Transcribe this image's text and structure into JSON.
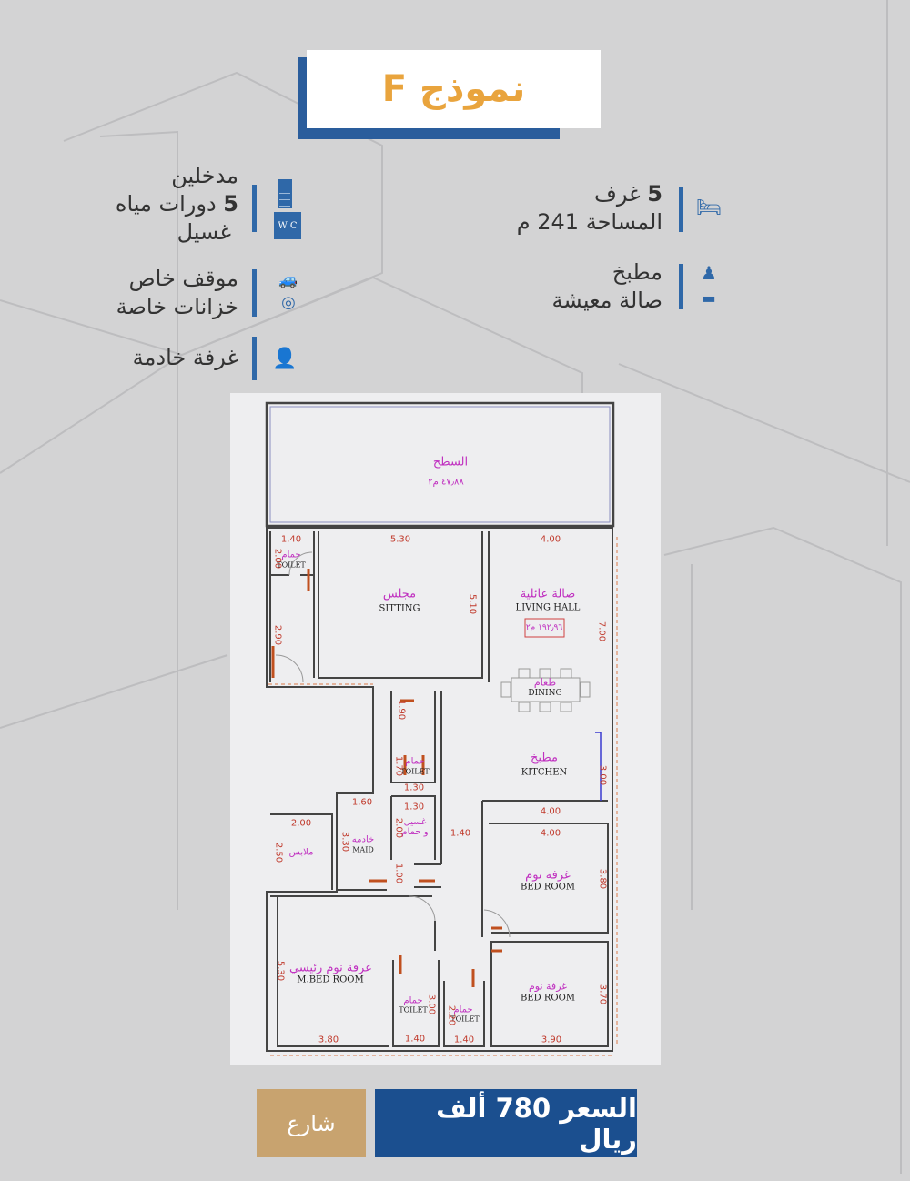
{
  "title": "نموذج F",
  "features_right": [
    {
      "icon": "bed-icon",
      "lines": [
        {
          "bold": "5",
          "text": " غرف"
        },
        {
          "bold": "",
          "text": "المساحة 241 م"
        }
      ]
    },
    {
      "icon": "apron-icon",
      "icon2": "sofa-icon",
      "lines": [
        {
          "bold": "",
          "text": "مطبخ"
        },
        {
          "bold": "",
          "text": "صالة معيشة"
        }
      ]
    }
  ],
  "features_left": [
    {
      "icon": "door-icon",
      "icon2": "wc-icon",
      "icon2_text": "W C",
      "lines": [
        {
          "bold": "",
          "text": "مدخلين"
        },
        {
          "bold": "5",
          "text": " دورات مياه"
        },
        {
          "bold": "",
          "text": "غسيل"
        }
      ]
    },
    {
      "icon": "car-icon",
      "icon2": "water-tank-icon",
      "lines": [
        {
          "bold": "",
          "text": "موقف خاص"
        },
        {
          "bold": "",
          "text": "خزانات خاصة"
        }
      ]
    },
    {
      "icon": "person-icon",
      "lines": [
        {
          "bold": "",
          "text": "غرفة خادمة"
        }
      ]
    }
  ],
  "plan": {
    "roof": {
      "ar": "السطح",
      "area": "٤٧٫٨٨ م٢"
    },
    "sitting": {
      "ar": "مجلس",
      "en": "SITTING"
    },
    "living": {
      "ar": "صالة عائلية",
      "en": "LIVING  HALL",
      "area": "١٩٢٫٩٦ م٢"
    },
    "dining": {
      "ar": "طعام",
      "en": "DINING"
    },
    "kitchen": {
      "ar": "مطبخ",
      "en": "KITCHEN"
    },
    "toilet1": {
      "ar": "حمام",
      "en": "TOILET"
    },
    "toilet2": {
      "ar": "حمام",
      "en": "TOILET"
    },
    "laundry": {
      "ar": "غسيل و حمام"
    },
    "maid": {
      "ar": "خادمه",
      "en": "MAID"
    },
    "dress": {
      "ar": "ملابس"
    },
    "bed1": {
      "ar": "غرفة نوم",
      "en": "BED  ROOM"
    },
    "bed2": {
      "ar": "غرفة نوم",
      "en": "BED  ROOM"
    },
    "mbed": {
      "ar": "غرفة نوم رئيسي",
      "en": "M.BED  ROOM"
    },
    "toilet3": {
      "ar": "حمام",
      "en": "TOILET"
    },
    "toilet4": {
      "ar": "حمام",
      "en": "TOILET"
    },
    "dims": {
      "d140a": "1.40",
      "d530": "5.30",
      "d400a": "4.00",
      "d200a": "2.00",
      "d290": "2.90",
      "d510": "5.10",
      "d700": "7.00",
      "d190": "1.90",
      "d170": "1.70",
      "d130a": "1.30",
      "d130b": "1.30",
      "d160": "1.60",
      "d200b": "2.00",
      "d250": "2.50",
      "d330": "3.30",
      "d200c": "2.00",
      "d100": "1.00",
      "d140b": "1.40",
      "d400b": "4.00",
      "d400c": "4.00",
      "d300a": "3.00",
      "d380a": "3.80",
      "d370": "3.70",
      "d530b": "5.30",
      "d300b": "3.00",
      "d220": "2.20",
      "d380b": "3.80",
      "d140c": "1.40",
      "d140d": "1.40",
      "d390": "3.90"
    }
  },
  "buttons": {
    "price": "السعر 780 ألف ريال",
    "street": "شارع"
  },
  "colors": {
    "accent_blue": "#1b4f8f",
    "title_orange": "#e9a43d",
    "street_tan": "#c8a36f",
    "plan_label": "#c030c0",
    "dimension": "#c0392b"
  }
}
